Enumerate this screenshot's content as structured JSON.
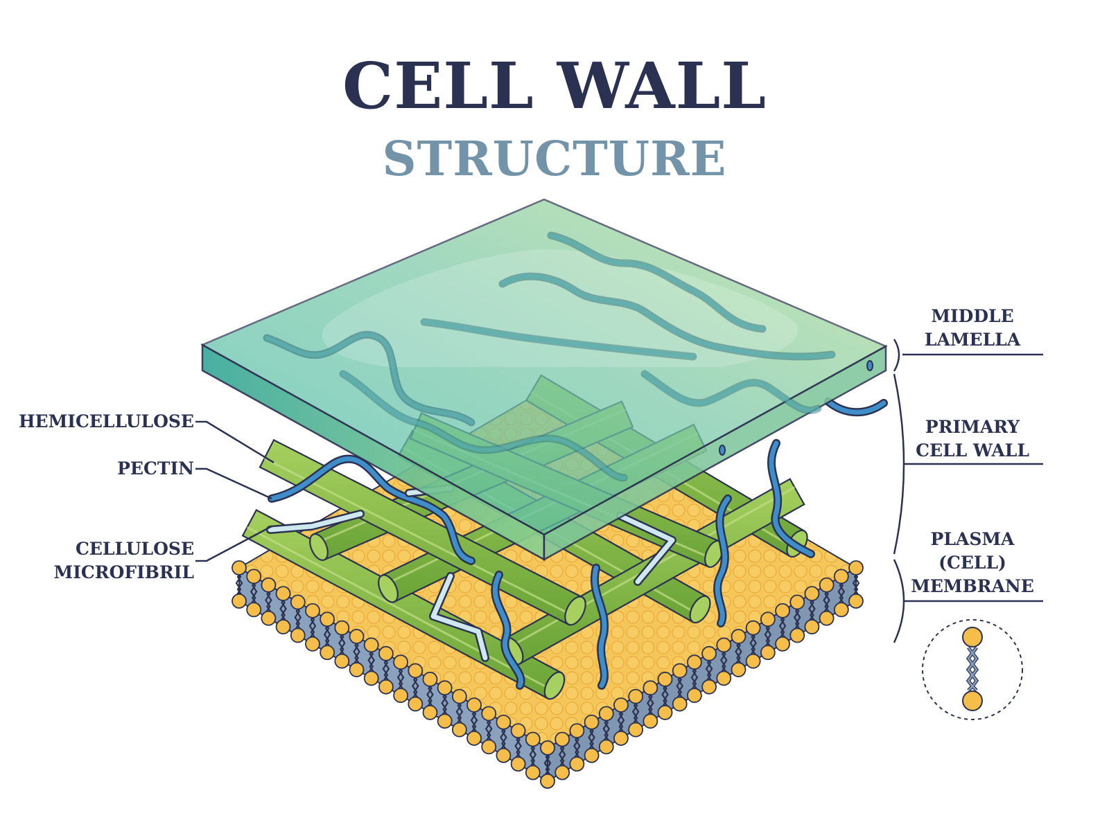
{
  "title": "CELL WALL",
  "subtitle": "STRUCTURE",
  "labels": {
    "hemicellulose": "HEMICELLULOSE",
    "pectin": "PECTIN",
    "cellulose_line1": "CELLULOSE",
    "cellulose_line2": "MICROFIBRIL",
    "middle_line1": "MIDDLE",
    "middle_line2": "LAMELLA",
    "primary_line1": "PRIMARY",
    "primary_line2": "CELL WALL",
    "plasma_line1": "PLASMA",
    "plasma_line2": "(CELL)",
    "plasma_line3": "MEMBRANE"
  },
  "colors": {
    "title": "#2b3150",
    "subtitle": "#7293a8",
    "label": "#2b3150",
    "outline": "#2b3150",
    "slab_teal": "#4fbfad",
    "slab_green": "#a8d891",
    "fiber_green": "#7fb545",
    "fiber_light": "#a6d05f",
    "pectin_blue": "#3f8ec9",
    "hemicellulose_pale": "#cfe8ef",
    "lipid_head": "#f5bd49",
    "lipid_tail": "#8aa2bd"
  }
}
